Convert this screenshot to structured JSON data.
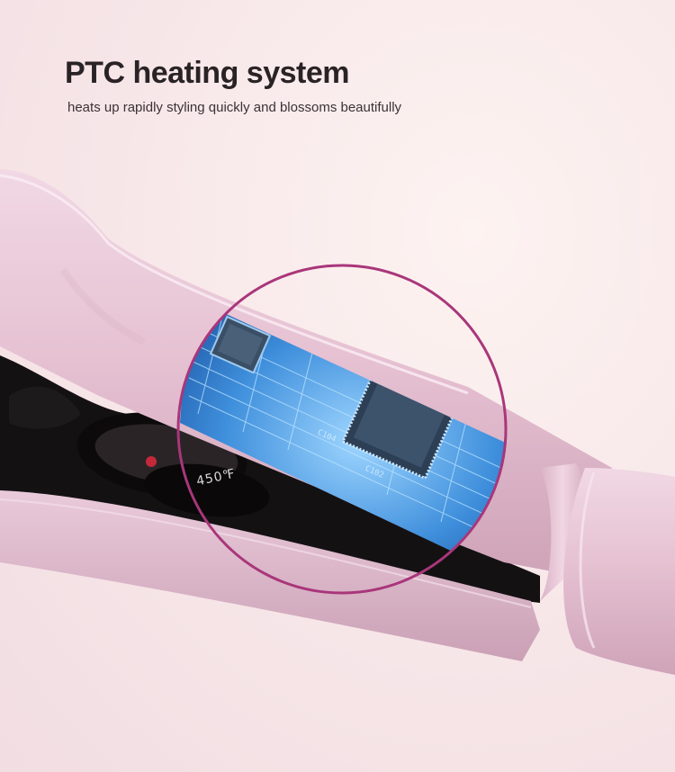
{
  "hero": {
    "title": "PTC heating system",
    "subtitle": "heats up rapidly styling quickly and blossoms beautifully"
  },
  "device": {
    "temperature_label": "450℉",
    "circuit_label_1": "C104",
    "circuit_label_2": "C102"
  },
  "colors": {
    "body_pink": "#e8c7d6",
    "shadow_pink": "#cfa6b9",
    "ring": "#b03a7a",
    "circuit_blue": "#2e7fd1",
    "dark_barrel": "#151214"
  }
}
